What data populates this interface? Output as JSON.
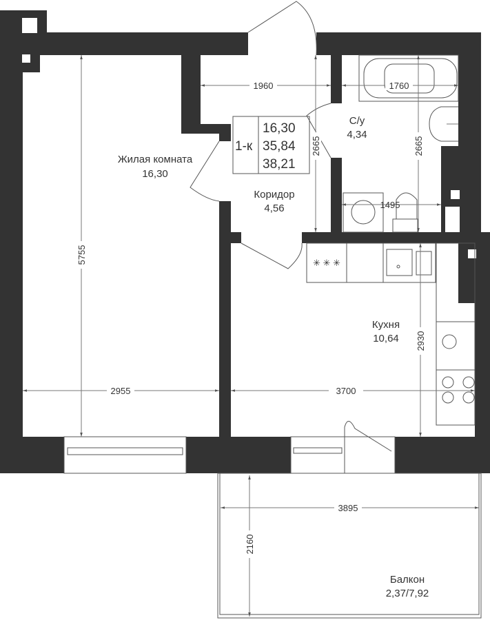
{
  "plan": {
    "summary": {
      "type": "1-к",
      "living_area": "16,30",
      "total_area": "35,84",
      "area_with_balcony": "38,21"
    },
    "rooms": [
      {
        "name": "Жилая комната",
        "area": "16,30"
      },
      {
        "name": "Коридор",
        "area": "4,56"
      },
      {
        "name": "С/у",
        "area": "4,34"
      },
      {
        "name": "Кухня",
        "area": "10,64"
      },
      {
        "name": "Балкон",
        "area": "2,37/7,92"
      }
    ],
    "dimensions": {
      "living_height": "5755",
      "living_width": "2955",
      "kitchen_width": "3700",
      "kitchen_height": "2930",
      "corridor_width": "1960",
      "corridor_height": "2665",
      "bath_width": "1760",
      "bath_height": "2665",
      "bath_lower_width": "1495",
      "balcony_width": "3895",
      "balcony_depth": "2160"
    },
    "colors": {
      "wall": "#333333"
    }
  }
}
